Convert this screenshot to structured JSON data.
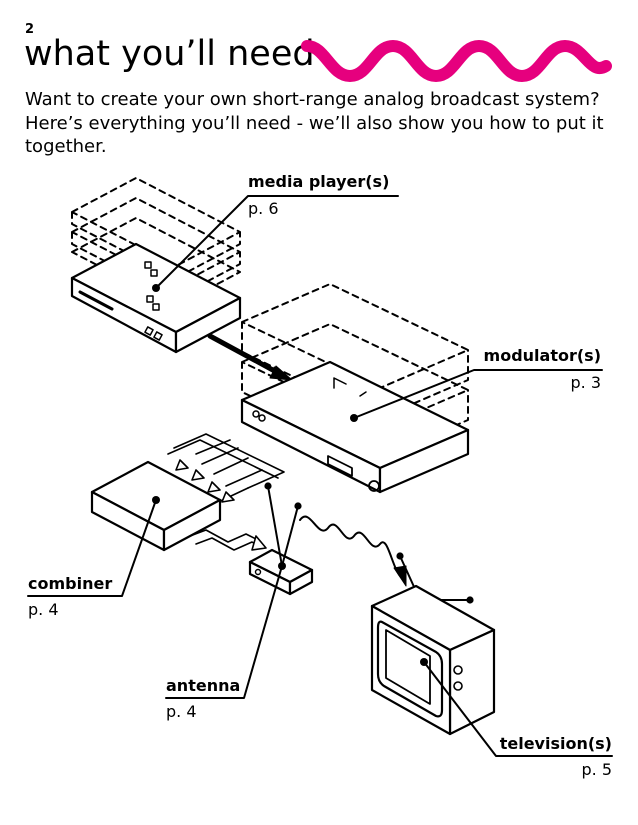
{
  "header": {
    "page_number": "2",
    "title": "what you’ll need",
    "accent_color": "#e6007e"
  },
  "intro": "Want to create your own short-range analog broadcast system? Here’s everything you’ll need - we’ll also show you how to put it together.",
  "components": {
    "media_player": {
      "label": "media player(s)",
      "page": "p. 6"
    },
    "modulator": {
      "label": "modulator(s)",
      "page": "p. 3"
    },
    "combiner": {
      "label": "combiner",
      "page": "p. 4"
    },
    "antenna": {
      "label": "antenna",
      "page": "p. 4"
    },
    "television": {
      "label": "television(s)",
      "page": "p. 5"
    }
  }
}
